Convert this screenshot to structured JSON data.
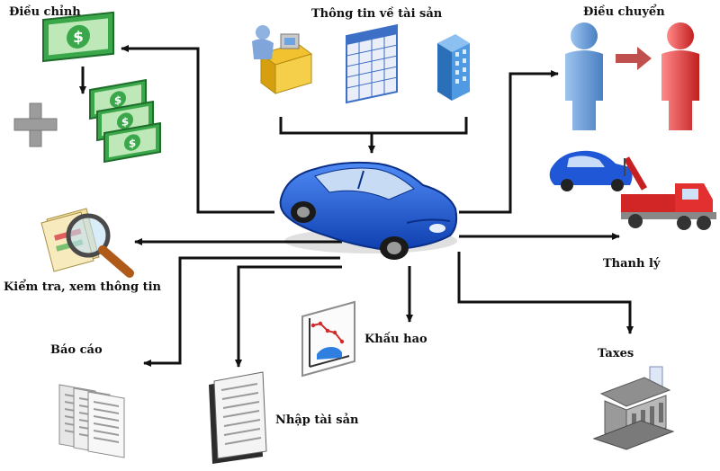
{
  "labels": {
    "adjust": "Điều chỉnh",
    "asset_info": "Thông tin về tài sản",
    "transfer": "Điều chuyển",
    "inspect": "Kiểm tra, xem thông tin",
    "liquidation": "Thanh lý",
    "depreciation": "Khấu hao",
    "report": "Báo cáo",
    "asset_entry": "Nhập tài sản",
    "taxes": "Taxes"
  },
  "colors": {
    "arrow": "#111111",
    "car": "#1f57d6",
    "person_blue": "#6fa0d8",
    "person_red": "#e23b3b",
    "money": "#2e9a3a",
    "building": "#3f8fd8"
  },
  "icons": [
    "money-icon",
    "plus-icon",
    "money-stack-icon",
    "office-worker-icon",
    "spreadsheet-icon",
    "building-icon",
    "blue-person-icon",
    "red-person-icon",
    "small-car-icon",
    "tow-truck-icon",
    "magnifier-icon",
    "documents-icon",
    "depreciation-chart-icon",
    "ledger-icon",
    "bank-icon",
    "car-icon"
  ]
}
